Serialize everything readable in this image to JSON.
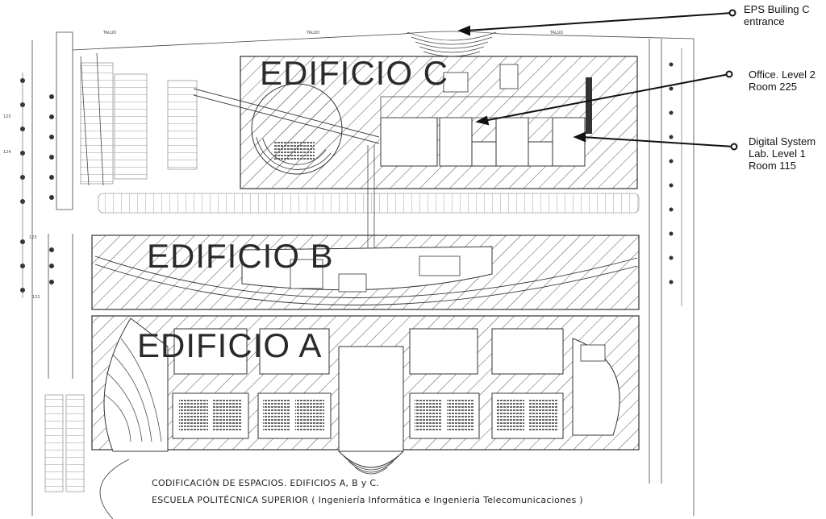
{
  "buildings": {
    "c": "EDIFICIO  C",
    "b": "EDIFICIO  B",
    "a": "EDIFICIO  A"
  },
  "callouts": {
    "entrance": [
      "EPS Builing C",
      "entrance"
    ],
    "office": [
      "Office. Level 2",
      "Room 225"
    ],
    "lab": [
      "Digital System",
      "Lab. Level 1",
      "Room 115"
    ]
  },
  "caption": {
    "line1": "CODIFICACIÓN DE ESPACIOS. EDIFICIOS   A,  B  y  C.",
    "line2": "ESCUELA POLITÉCNICA SUPERIOR ( Ingeniería Informática e Ingeniería Telecomunicaciones )"
  },
  "plan_labels": {
    "talud": "TALUD",
    "k125": "125",
    "k124": "124",
    "k123": "123",
    "k122": "122"
  },
  "colors": {
    "ink": "#333333",
    "hatch": "#555555",
    "arrow": "#111111",
    "paper": "#ffffff"
  }
}
